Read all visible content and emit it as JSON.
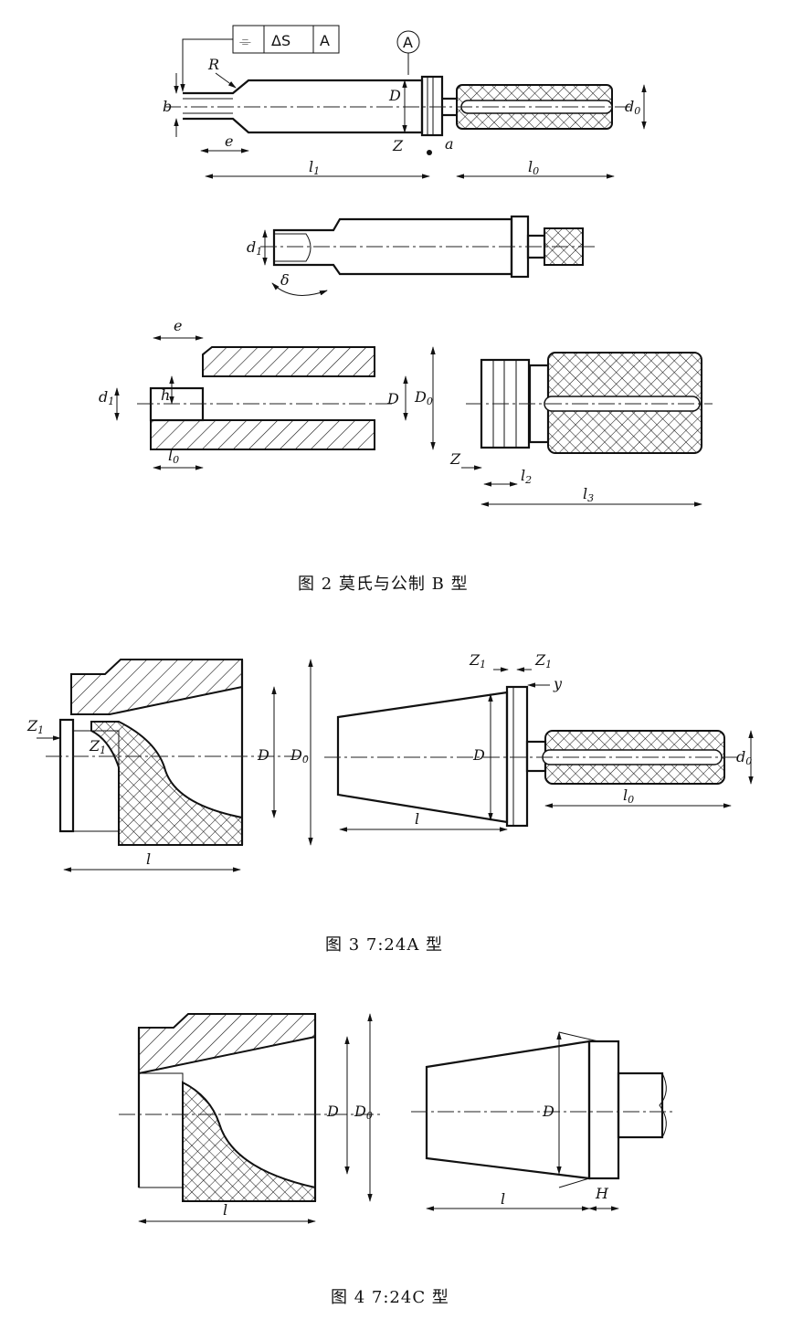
{
  "figures": [
    {
      "id": "fig2",
      "caption": "图 2   莫氏与公制 B 型"
    },
    {
      "id": "fig3",
      "caption": "图 3   7:24A 型"
    },
    {
      "id": "fig4",
      "caption": "图 4   7:24C 型"
    }
  ],
  "tolerance_frame": {
    "symbol": "⌯",
    "value": "ΔS",
    "datum": "A"
  },
  "datum_label": "A",
  "labels": {
    "R": "R",
    "b": "b",
    "e": "e",
    "D": "D",
    "Z": "Z",
    "a": "a",
    "l1": "l",
    "l1_sub": "1",
    "l0": "l",
    "l0_sub": "0",
    "d0": "d",
    "d0_sub": "0",
    "d1": "d",
    "d1_sub": "1",
    "delta": "δ",
    "h": "h",
    "D0": "D",
    "D0_sub": "0",
    "l2": "l",
    "l2_sub": "2",
    "l3": "l",
    "l3_sub": "3",
    "Z1": "Z",
    "Z1_sub": "1",
    "y": "y",
    "l": "l",
    "H": "H"
  }
}
